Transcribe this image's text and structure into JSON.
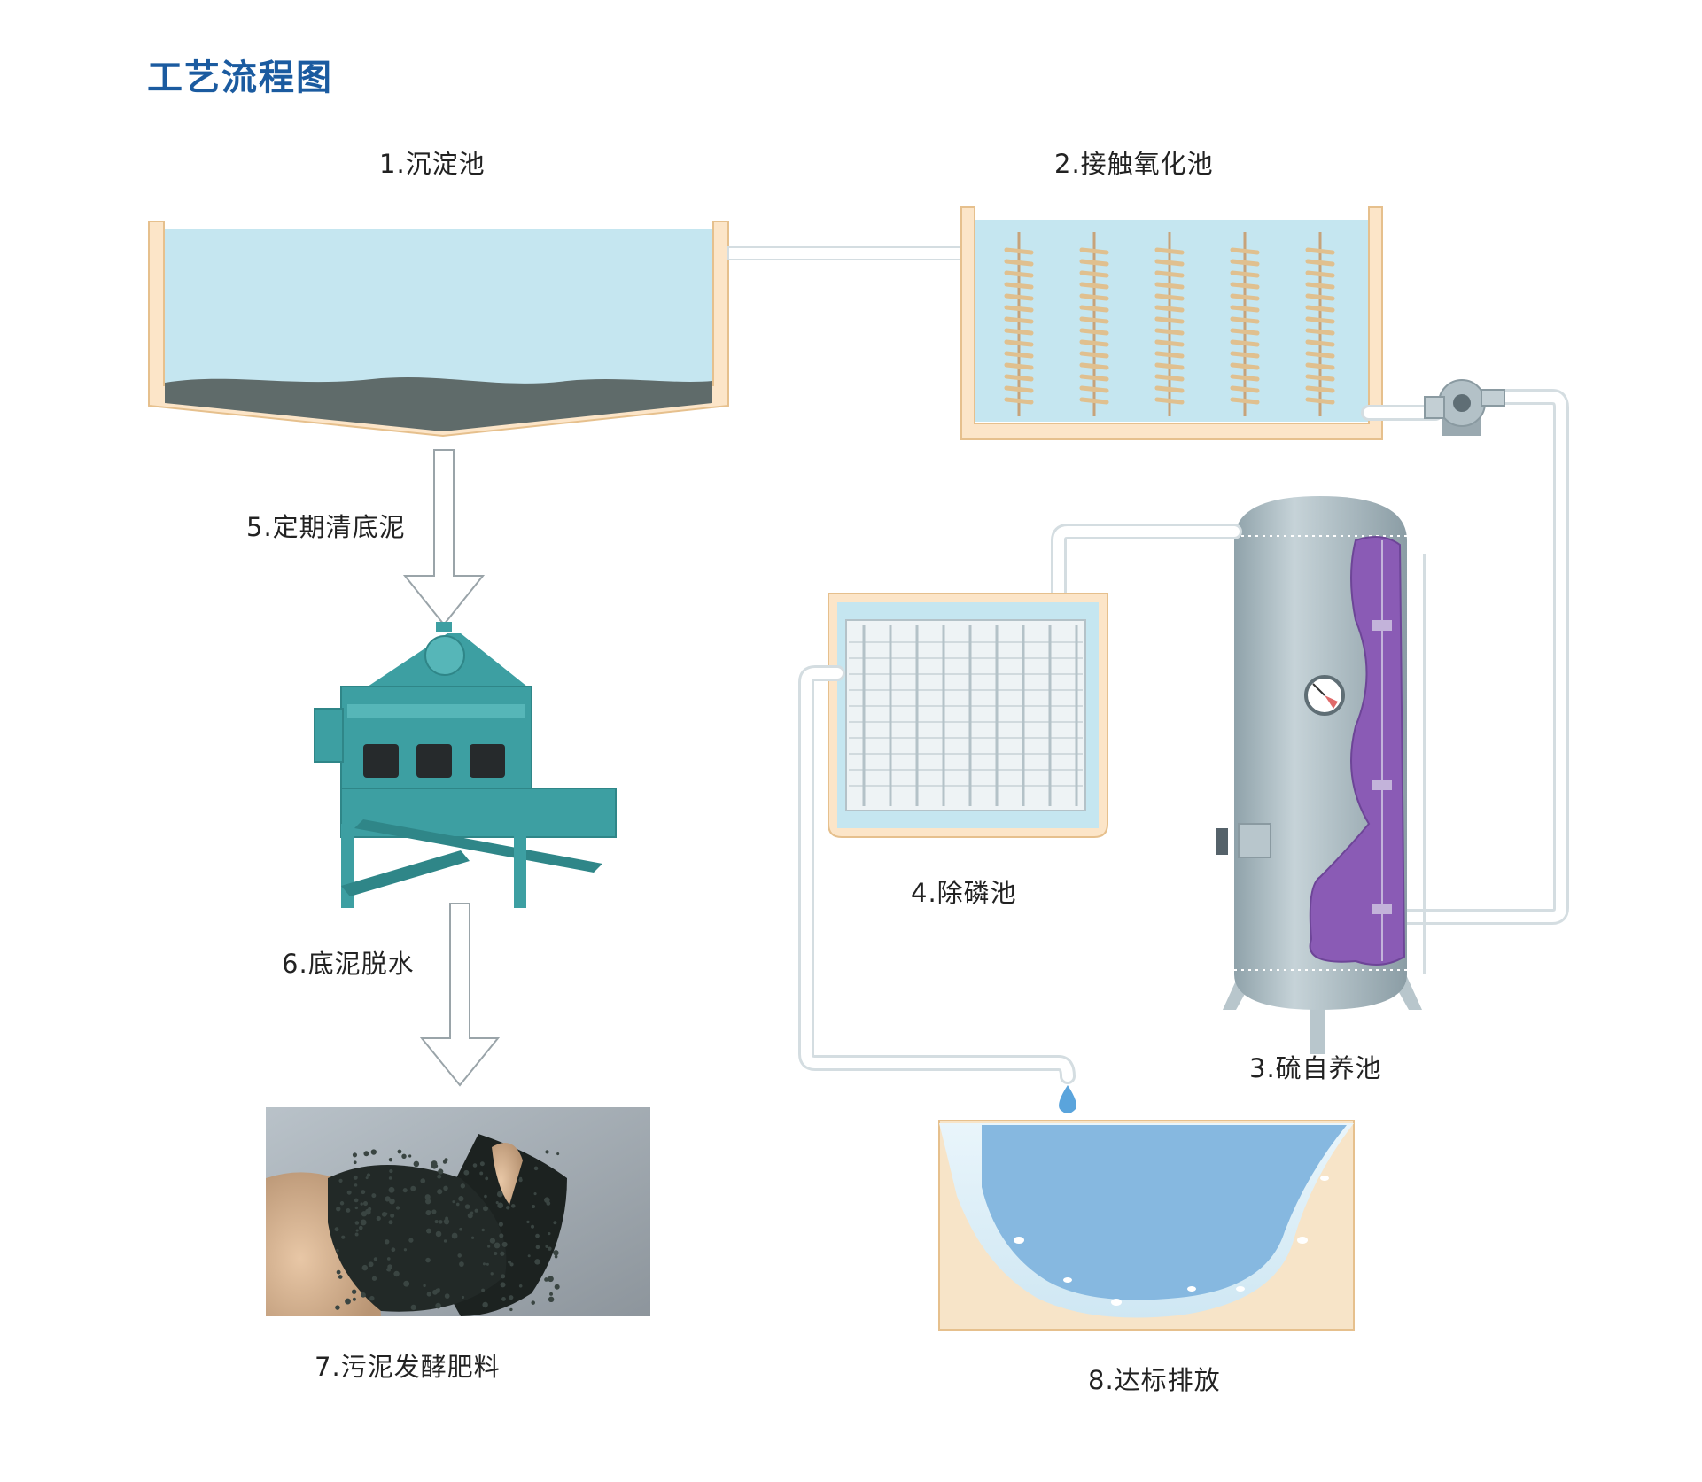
{
  "title": "工艺流程图",
  "labels": {
    "s1": "1.沉淀池",
    "s2": "2.接触氧化池",
    "s3": "3.硫自养池",
    "s4": "4.除磷池",
    "s5": "5.定期清底泥",
    "s6": "6.底泥脱水",
    "s7": "7.污泥发酵肥料",
    "s8": "8.达标排放"
  },
  "colors": {
    "title": "#1b5ba0",
    "water": "#c5e6f0",
    "tank_wall": "#fce5c8",
    "tank_edge": "#e6c08d",
    "sludge": "#5f6b6a",
    "machine": "#3d9fa2",
    "vessel": "#a9b9c0",
    "media": "#8a5bb5",
    "discharge_water": "#86b8e0",
    "soil": "#f7e4c8"
  }
}
